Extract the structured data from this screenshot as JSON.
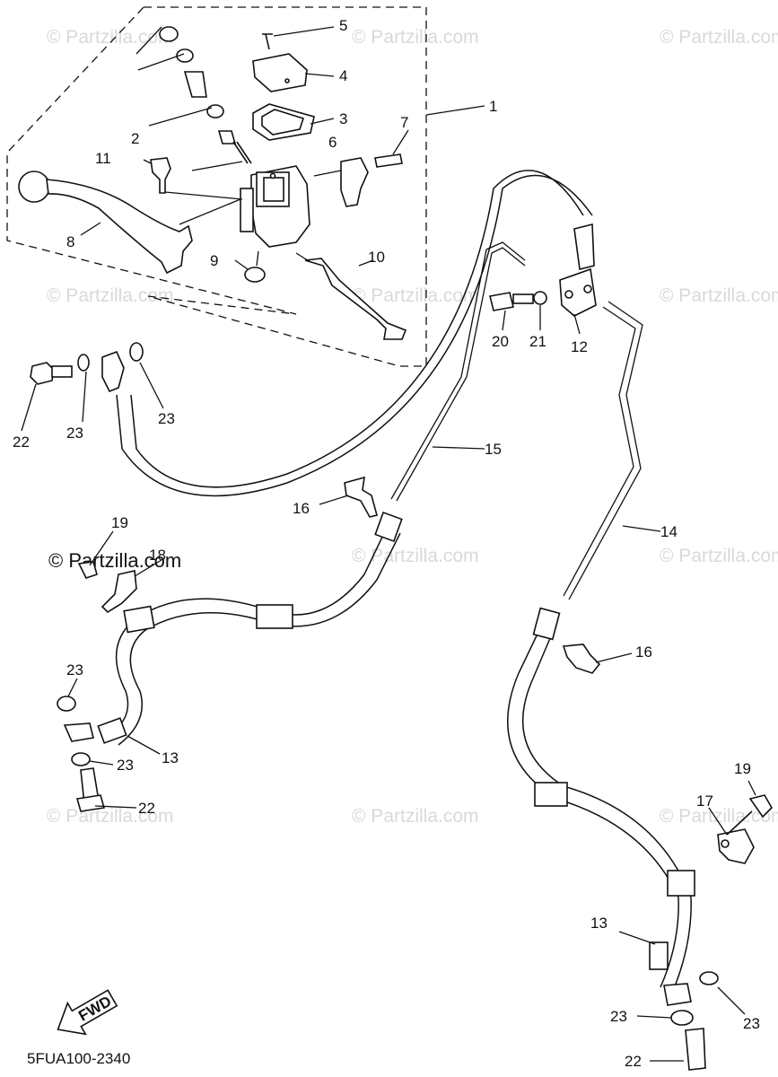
{
  "watermark": "© Partzilla.com",
  "watermark_main": "© Partzilla.com",
  "diagram_code": "5FUA100-2340",
  "fwd_label": "FWD",
  "callouts": {
    "c1": "1",
    "c2": "2",
    "c3": "3",
    "c4": "4",
    "c5": "5",
    "c6": "6",
    "c7": "7",
    "c8": "8",
    "c9": "9",
    "c10": "10",
    "c11": "11",
    "c12": "12",
    "c13a": "13",
    "c13b": "13",
    "c14": "14",
    "c15": "15",
    "c16a": "16",
    "c16b": "16",
    "c17": "17",
    "c18": "18",
    "c19a": "19",
    "c19b": "19",
    "c20": "20",
    "c21": "21",
    "c22a": "22",
    "c22b": "22",
    "c22c": "22",
    "c23a": "23",
    "c23b": "23",
    "c23c": "23",
    "c23d": "23",
    "c23e": "23",
    "c23f": "23"
  }
}
